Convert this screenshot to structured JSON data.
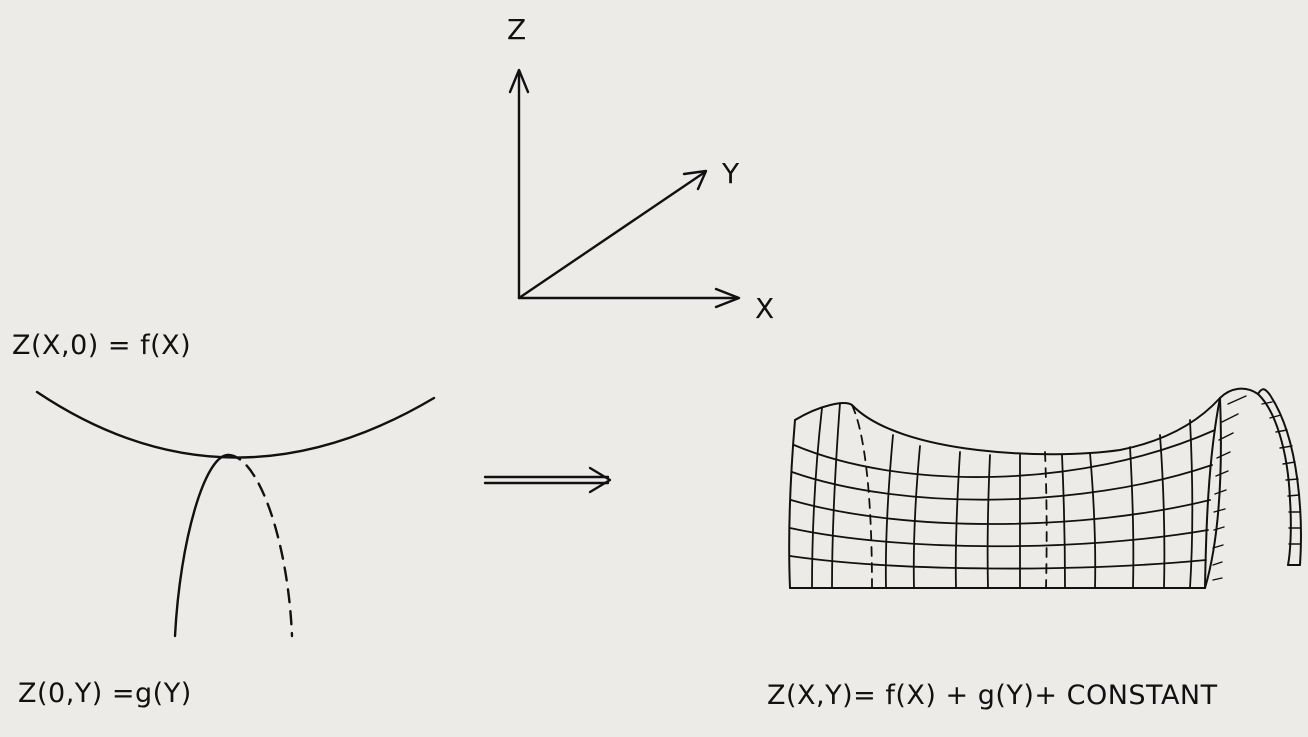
{
  "axes": {
    "z_label": "Z",
    "y_label": "Y",
    "x_label": "X"
  },
  "equations": {
    "f_curve": "Z(X,0) = f(X)",
    "g_curve": "Z(0,Y) =g(Y)",
    "surface": "Z(X,Y)= f(X) + g(Y)+ CONSTANT"
  },
  "colors": {
    "ink": "#111111",
    "paper": "#ecebe8"
  }
}
